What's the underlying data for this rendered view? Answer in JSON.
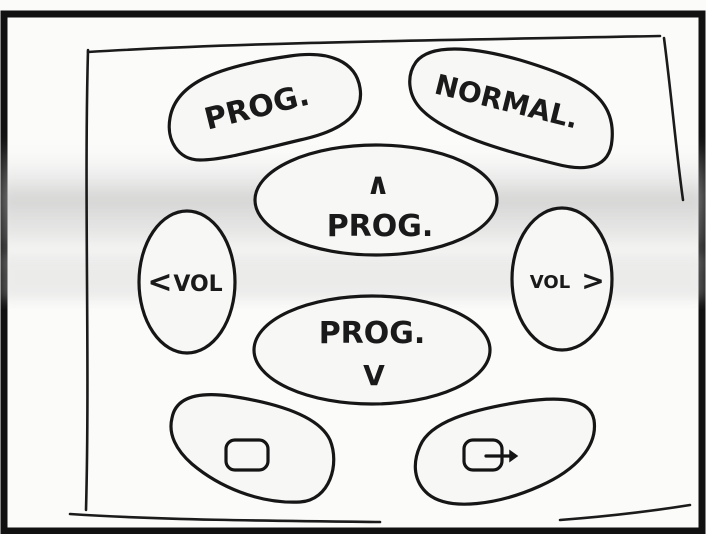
{
  "remote": {
    "prog_button": {
      "label": "PROG."
    },
    "normal_button": {
      "label": "NORMAL."
    },
    "prog_up_button": {
      "arrow": "∧",
      "label": "PROG."
    },
    "vol_down_button": {
      "arrow": "<",
      "label": "VOL"
    },
    "vol_up_button": {
      "label": "VOL",
      "arrow": ">"
    },
    "prog_down_button": {
      "label": "PROG.",
      "arrow": "V"
    },
    "screen_button": {
      "icon": "tv-screen-icon"
    },
    "screen_input_button": {
      "icon": "tv-input-icon"
    }
  },
  "colors": {
    "ink": "#161616",
    "paper": "#f7f7f5",
    "smudge": "#b9b9b9"
  }
}
